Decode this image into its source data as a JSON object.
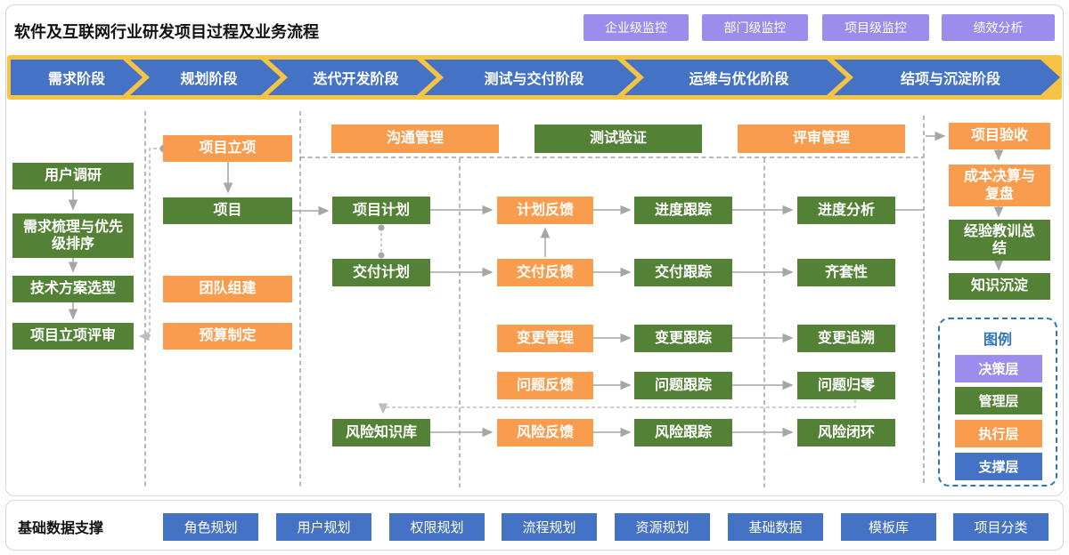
{
  "title": "软件及互联网行业研发项目过程及业务流程",
  "top_buttons": [
    "企业级监控",
    "部门级监控",
    "项目级监控",
    "绩效分析"
  ],
  "phases": [
    "需求阶段",
    "规划阶段",
    "迭代开发阶段",
    "测试与交付阶段",
    "运维与优化阶段",
    "结项与沉淀阶段"
  ],
  "nodes": {
    "user_research": "用户调研",
    "req_sort": "需求梳理与优先级排序",
    "tech_select": "技术方案选型",
    "approval_review": "项目立项评审",
    "project_initiation": "项目立项",
    "project": "项目",
    "team_build": "团队组建",
    "budget": "预算制定",
    "comm_mgmt": "沟通管理",
    "test_verify": "测试验证",
    "review_mgmt": "评审管理",
    "project_plan": "项目计划",
    "delivery_plan": "交付计划",
    "risk_kb": "风险知识库",
    "plan_feedback": "计划反馈",
    "delivery_feedback": "交付反馈",
    "change_mgmt": "变更管理",
    "issue_feedback": "问题反馈",
    "risk_feedback": "风险反馈",
    "progress_track": "进度跟踪",
    "delivery_track": "交付跟踪",
    "change_track": "变更跟踪",
    "issue_track": "问题跟踪",
    "risk_track": "风险跟踪",
    "progress_analysis": "进度分析",
    "completeness": "齐套性",
    "change_trace": "变更追溯",
    "issue_zero": "问题归零",
    "risk_close": "风险闭环",
    "acceptance": "项目验收",
    "cost_review": "成本决算与复盘",
    "lessons": "经验教训总结",
    "knowledge": "知识沉淀"
  },
  "legend": {
    "title": "图例",
    "items": [
      "决策层",
      "管理层",
      "执行层",
      "支撑层"
    ]
  },
  "bottom": {
    "label": "基础数据支撑",
    "buttons": [
      "角色规划",
      "用户规划",
      "权限规划",
      "流程规划",
      "资源规划",
      "基础数据",
      "模板库",
      "项目分类"
    ]
  },
  "colors": {
    "decision_purple": "#9c8ceb",
    "management_green": "#538135",
    "execution_orange": "#f99c4d",
    "support_blue": "#4472c4",
    "banner_yellow": "#f6c344",
    "connector_gray": "#a6a6a6"
  }
}
